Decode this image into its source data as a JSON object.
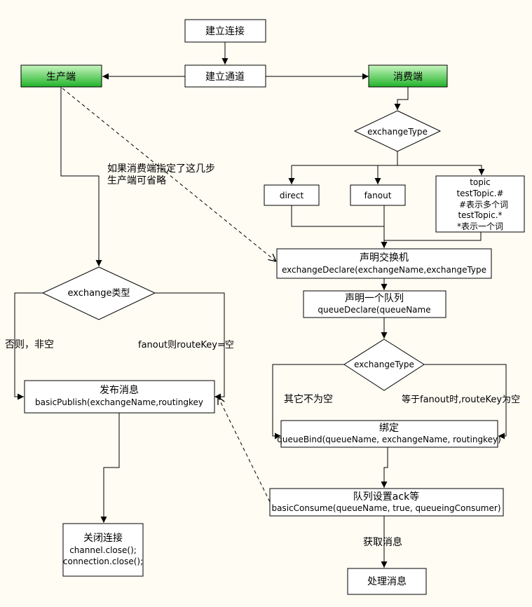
{
  "nodes": {
    "connect": "建立连接",
    "channel": "建立通道",
    "producer": "生产端",
    "consumer": "消费端",
    "exchange_type_1": "exchangeType",
    "direct": "direct",
    "fanout": "fanout",
    "topic": [
      "topic",
      "testTopic.#",
      "#表示多个词",
      "testTopic.*",
      "*表示一个词"
    ],
    "declare_exchange": [
      "声明交换机",
      "exchangeDeclare(exchangeName,exchangeType"
    ],
    "declare_queue": [
      "声明一个队列",
      "queueDeclare(queueName"
    ],
    "exchange_type_2": "exchangeType",
    "bind": [
      "绑定",
      "queueBind(queueName, exchangeName, routingkey)"
    ],
    "consume": [
      "队列设置ack等",
      "basicConsume(queueName, true, queueingConsumer)"
    ],
    "process": "处理消息",
    "exchange_kind": "exchange类型",
    "publish": [
      "发布消息",
      "basicPublish(exchangeName,routingkey"
    ],
    "close": [
      "关闭连接",
      "channel.close();",
      "connection.close();"
    ]
  },
  "labels": {
    "skip_note": [
      "如果消费端指定了这几步",
      "生产端可省略"
    ],
    "else_nonempty": "否则，非空",
    "fanout_empty": "fanout则routeKey=空",
    "other_nonempty": "其它不为空",
    "fanout_key_empty": "等于fanout时,routeKey为空",
    "get_message": "获取消息"
  },
  "colors": {
    "highlight_top": "#c8f5c0",
    "highlight_bottom": "#22b32a",
    "background": "#fefcf3"
  }
}
